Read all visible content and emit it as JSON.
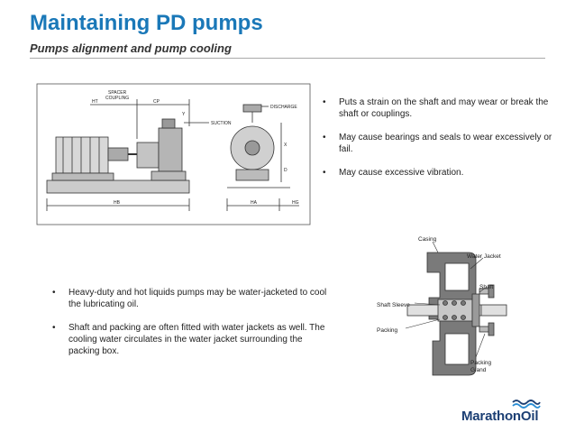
{
  "slide": {
    "title": "Maintaining PD pumps",
    "subtitle": "Pumps alignment and pump cooling"
  },
  "alignment_bullets": [
    "Puts a strain on the shaft and may wear or break the shaft or couplings.",
    "May cause bearings and seals to wear excessively or fail.",
    "May cause excessive vibration."
  ],
  "cooling_bullets": [
    "Heavy-duty and hot liquids pumps may be water-jacketed to cool the lubricating oil.",
    "Shaft and packing are often fitted with water jackets as well.  The cooling water circulates in the water jacket surrounding the packing box."
  ],
  "pump_diagram": {
    "labels": {
      "spacer_coupling_1": "SPACER",
      "spacer_coupling_2": "COUPLING",
      "ht": "HT",
      "cp": "CP",
      "y": "Y",
      "suction": "SUCTION",
      "discharge": "DISCHARGE",
      "x": "X",
      "d": "D",
      "hb": "HB",
      "ha": "HA",
      "hg": "HG"
    }
  },
  "jacket_diagram": {
    "labels": {
      "casing": "Casing",
      "water_jacket": "Water Jacket",
      "shaft": "Shaft",
      "shaft_sleeve": "Shaft Sleeve",
      "packing": "Packing",
      "packing_gland_1": "Packing",
      "packing_gland_2": "Gland"
    }
  },
  "logo": {
    "text": "MarathonOil",
    "colors": {
      "blue": "#1c3f74",
      "light_blue": "#2a8dd4"
    }
  }
}
